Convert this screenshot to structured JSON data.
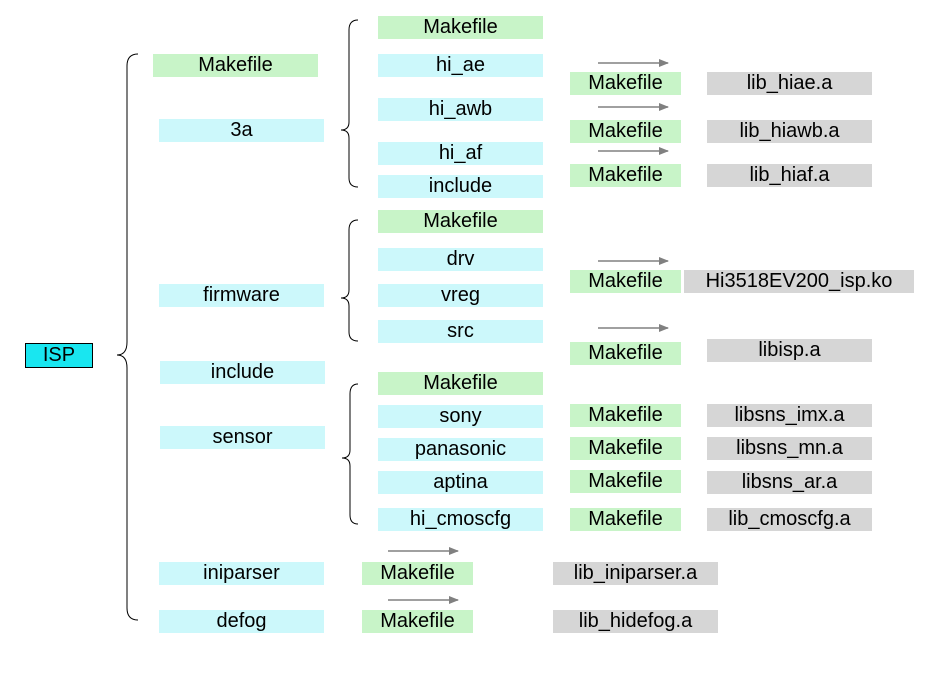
{
  "root": {
    "label": "ISP"
  },
  "level1": [
    {
      "label": "Makefile"
    },
    {
      "label": "3a"
    },
    {
      "label": "firmware"
    },
    {
      "label": "include"
    },
    {
      "label": "sensor"
    },
    {
      "label": "iniparser"
    },
    {
      "label": "defog"
    }
  ],
  "three_a": {
    "children": [
      {
        "label": "Makefile"
      },
      {
        "label": "hi_ae"
      },
      {
        "label": "hi_awb"
      },
      {
        "label": "hi_af"
      },
      {
        "label": "include"
      }
    ],
    "builds": [
      {
        "makefile": "Makefile",
        "output": "lib_hiae.a"
      },
      {
        "makefile": "Makefile",
        "output": "lib_hiawb.a"
      },
      {
        "makefile": "Makefile",
        "output": "lib_hiaf.a"
      }
    ]
  },
  "firmware": {
    "children": [
      {
        "label": "Makefile"
      },
      {
        "label": "drv"
      },
      {
        "label": "vreg"
      },
      {
        "label": "src"
      }
    ],
    "builds": [
      {
        "makefile": "Makefile",
        "output": "Hi3518EV200_isp.ko"
      },
      {
        "makefile": "Makefile",
        "output": "libisp.a"
      }
    ]
  },
  "sensor": {
    "children": [
      {
        "label": "Makefile"
      },
      {
        "label": "sony"
      },
      {
        "label": "panasonic"
      },
      {
        "label": "aptina"
      },
      {
        "label": "hi_cmoscfg"
      }
    ],
    "builds": [
      {
        "makefile": "Makefile",
        "output": "libsns_imx.a"
      },
      {
        "makefile": "Makefile",
        "output": "libsns_mn.a"
      },
      {
        "makefile": "Makefile",
        "output": "libsns_ar.a"
      },
      {
        "makefile": "Makefile",
        "output": "lib_cmoscfg.a"
      }
    ]
  },
  "iniparser": {
    "makefile": "Makefile",
    "output": "lib_iniparser.a"
  },
  "defog": {
    "makefile": "Makefile",
    "output": "lib_hidefog.a"
  },
  "colors": {
    "folder": "#ccf8fb",
    "makefile": "#c8f4c8",
    "output": "#d6d6d6",
    "root": "#19e6f0",
    "arrow": "#808080"
  }
}
